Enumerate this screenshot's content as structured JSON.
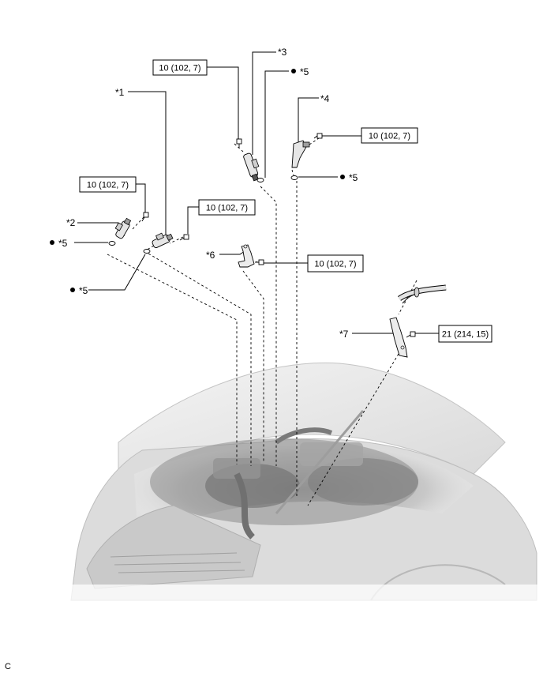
{
  "callouts": {
    "c1": "*1",
    "c2": "*2",
    "c3": "*3",
    "c4": "*4",
    "c5_top": "*5",
    "c5_right": "*5",
    "c5_left": "*5",
    "c5_mid": "*5",
    "c6": "*6",
    "c7": "*7"
  },
  "torque": {
    "t_top": "10 (102, 7)",
    "t_right": "10 (102, 7)",
    "t_left": "10 (102, 7)",
    "t_center": "10 (102, 7)",
    "t_bracket": "10 (102, 7)",
    "t_stay": "21 (214, 15)"
  },
  "bullet_icon": "filled-circle-icon",
  "figure_code": "C"
}
